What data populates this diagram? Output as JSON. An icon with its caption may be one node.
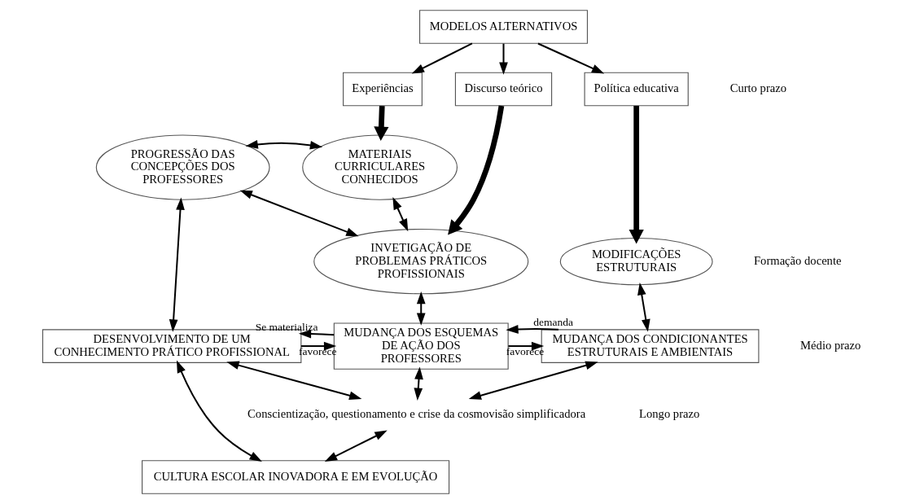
{
  "diagram": {
    "nodes": [
      {
        "text": [
          "MODELOS ALTERNATIVOS"
        ]
      },
      {
        "text": [
          "Experiências"
        ]
      },
      {
        "text": [
          "Discurso teórico"
        ]
      },
      {
        "text": [
          "Política educativa"
        ]
      },
      {
        "text": [
          "MATERIAIS CURRICULARES CONHECIDOS"
        ]
      },
      {
        "text": [
          "PROGRESSÃO DAS CONCEPÇÕES DOS PROFESSORES"
        ]
      },
      {
        "text": [
          "INVETIGAÇÃO DE PROBLEMAS PRÁTICOS PROFISSIONAIS"
        ]
      },
      {
        "text": [
          "MODIFICAÇÕES ESTRUTURAIS"
        ]
      },
      {
        "text": [
          "DESENVOLVIMENTO DE UM CONHECIMENTO PRÁTICO PROFISSIONAL"
        ]
      },
      {
        "text": [
          "MUDANÇA DOS ESQUEMAS DE AÇÃO DOS PROFESSORES"
        ]
      },
      {
        "text": [
          "MUDANÇA DOS CONDICIONANTES ESTRUTURAIS E AMBIENTAIS"
        ]
      },
      {
        "text": [
          "Conscientização, questionamento e crise da cosmovisão simplificadora"
        ]
      },
      {
        "text": [
          "CULTURA ESCOLAR INOVADORA E EM EVOLUÇÃO"
        ]
      }
    ],
    "edges": [
      {
        "from": 0,
        "to": 1,
        "arrow": "to"
      },
      {
        "from": 0,
        "to": 2,
        "arrow": "to"
      },
      {
        "from": 0,
        "to": 3,
        "arrow": "to"
      },
      {
        "from": 1,
        "to": 4,
        "arrow": "to",
        "style": "thick"
      },
      {
        "from": 2,
        "to": 6,
        "arrow": "to",
        "style": "thick"
      },
      {
        "from": 3,
        "to": 7,
        "arrow": "to",
        "style": "thick"
      },
      {
        "from": 5,
        "to": 4,
        "arrow": "both"
      },
      {
        "from": 4,
        "to": 6,
        "arrow": "both"
      },
      {
        "from": 5,
        "to": 6,
        "arrow": "both"
      },
      {
        "from": 5,
        "to": 8,
        "arrow": "both"
      },
      {
        "from": 6,
        "to": 9,
        "arrow": "both"
      },
      {
        "from": 7,
        "to": 10,
        "arrow": "both"
      },
      {
        "from": 8,
        "to": 9,
        "arrow": "to",
        "label": "favorece"
      },
      {
        "from": 9,
        "to": 8,
        "arrow": "to",
        "label": "Se materializa"
      },
      {
        "from": 9,
        "to": 10,
        "arrow": "to",
        "label": "favorece"
      },
      {
        "from": 10,
        "to": 9,
        "arrow": "to",
        "label": "demanda"
      },
      {
        "from": 8,
        "to": 11,
        "arrow": "both"
      },
      {
        "from": 9,
        "to": 11,
        "arrow": "both"
      },
      {
        "from": 10,
        "to": 11,
        "arrow": "both"
      },
      {
        "from": 11,
        "to": 12,
        "arrow": "both"
      },
      {
        "from": 8,
        "to": 12,
        "arrow": "both"
      }
    ],
    "labels": [
      "Formação docente",
      "Curto prazo",
      "Médio prazo",
      "Longo prazo"
    ]
  }
}
